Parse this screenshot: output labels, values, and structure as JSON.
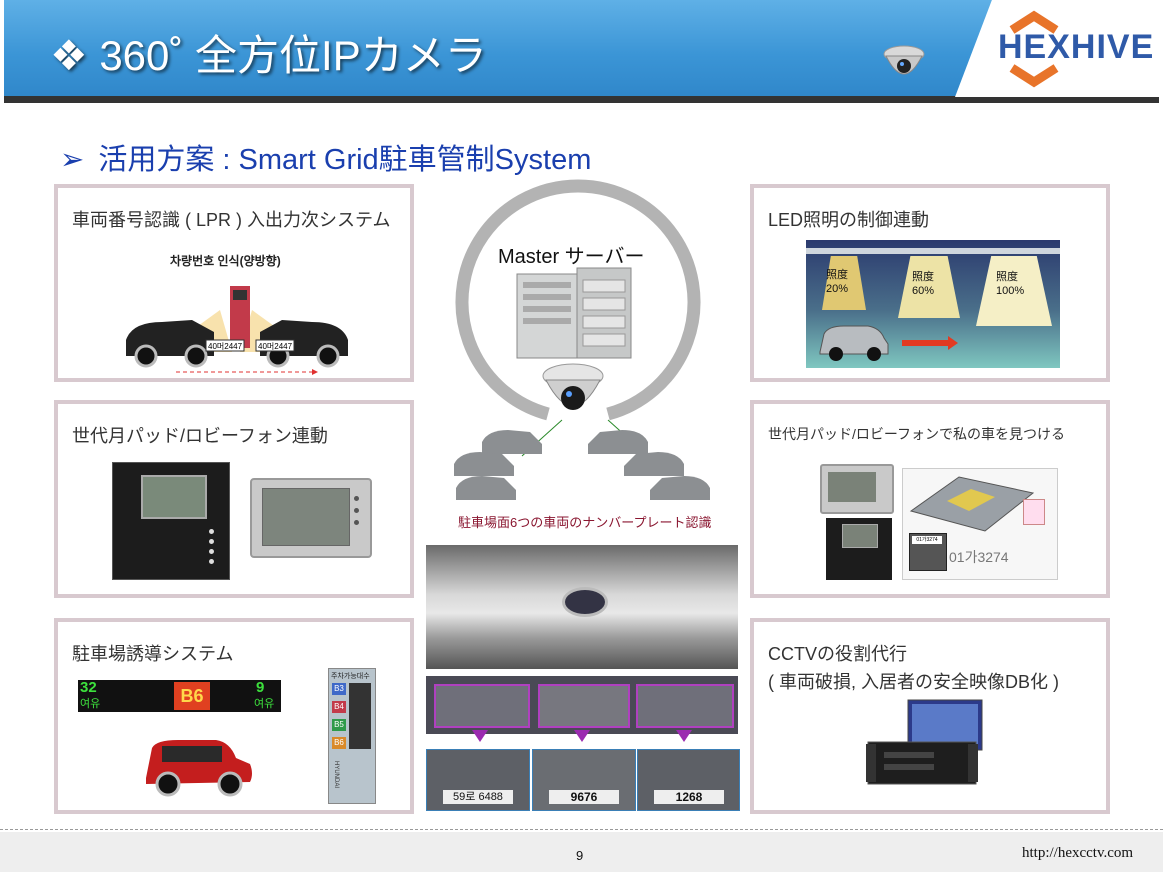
{
  "header": {
    "title": "❖ 360˚ 全方位IPカメラ",
    "logo": "HEXHIVE"
  },
  "subtitle": {
    "arrow": "➢",
    "text": "活用方案 : Smart Grid駐車管制System"
  },
  "panels": {
    "lpr": {
      "title": "車両番号認識 ( LPR ) 入出力次システム",
      "korean_heading": "차량번호 인식(양방향)",
      "plate_left": "40머2447",
      "plate_right": "40머2447"
    },
    "pad": {
      "title": "世代月パッド/ロビーフォン連動"
    },
    "guide": {
      "title": "駐車場誘導システム",
      "sign_left_num": "32",
      "sign_left_word": "여유",
      "sign_center": "B6",
      "sign_right_num": "9",
      "sign_right_word": "여유",
      "tower_header": "주차가능대수",
      "tower_floors": [
        "B3",
        "B4",
        "B5",
        "B6"
      ],
      "tower_brand": "HYUNDAI"
    },
    "led": {
      "title": "LED照明の制御連動",
      "lights": [
        {
          "label": "照度",
          "value": "20%"
        },
        {
          "label": "照度",
          "value": "60%"
        },
        {
          "label": "照度",
          "value": "100%"
        }
      ]
    },
    "find_car": {
      "title": "世代月パッド/ロビーフォンで私の車を見つける",
      "plate_small": "01가3274",
      "plate_text": "01가3274"
    },
    "cctv": {
      "title": "CCTVの役割代行",
      "subtitle": "( 車両破損, 入居者の安全映像DB化 )"
    }
  },
  "center": {
    "master_label": "Master サーバー",
    "caption": "駐車場面6つの車両のナンバープレート認識",
    "plates": [
      "59로 6488",
      "9676",
      "1268"
    ]
  },
  "footer": {
    "page": "9",
    "url": "http://hexcctv.com"
  },
  "colors": {
    "header_blue": "#3b95d6",
    "subtitle_blue": "#1a3fae",
    "panel_border": "#d8c9cf",
    "caption_red": "#8a1630",
    "logo_blue": "#2f5aa8",
    "logo_orange": "#e8742a"
  }
}
